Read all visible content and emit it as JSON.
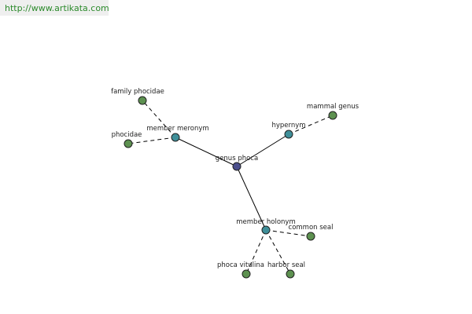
{
  "header": {
    "url": "http://www.artikata.com"
  },
  "colors": {
    "center": "#4b4f8c",
    "relation": "#3f8f99",
    "leaf": "#5d9150",
    "edge": "#000000"
  },
  "graph": {
    "nodes": [
      {
        "id": "genus-phoca",
        "label": "genus phoca",
        "kind": "center"
      },
      {
        "id": "member-meronym",
        "label": "member meronym",
        "kind": "relation"
      },
      {
        "id": "hypernym",
        "label": "hypernym",
        "kind": "relation"
      },
      {
        "id": "member-holonym",
        "label": "member holonym",
        "kind": "relation"
      },
      {
        "id": "family-phocidae",
        "label": "family phocidae",
        "kind": "leaf"
      },
      {
        "id": "phocidae",
        "label": "phocidae",
        "kind": "leaf"
      },
      {
        "id": "mammal-genus",
        "label": "mammal genus",
        "kind": "leaf"
      },
      {
        "id": "common-seal",
        "label": "common seal",
        "kind": "leaf"
      },
      {
        "id": "phoca-vitulina",
        "label": "phoca vitulina",
        "kind": "leaf"
      },
      {
        "id": "harbor-seal",
        "label": "harbor seal",
        "kind": "leaf"
      }
    ],
    "edges": [
      {
        "from": "genus-phoca",
        "to": "member-meronym",
        "style": "solid"
      },
      {
        "from": "genus-phoca",
        "to": "hypernym",
        "style": "solid"
      },
      {
        "from": "genus-phoca",
        "to": "member-holonym",
        "style": "solid"
      },
      {
        "from": "member-meronym",
        "to": "family-phocidae",
        "style": "dashed"
      },
      {
        "from": "member-meronym",
        "to": "phocidae",
        "style": "dashed"
      },
      {
        "from": "hypernym",
        "to": "mammal-genus",
        "style": "dashed"
      },
      {
        "from": "member-holonym",
        "to": "common-seal",
        "style": "dashed"
      },
      {
        "from": "member-holonym",
        "to": "phoca-vitulina",
        "style": "dashed"
      },
      {
        "from": "member-holonym",
        "to": "harbor-seal",
        "style": "dashed"
      }
    ]
  }
}
